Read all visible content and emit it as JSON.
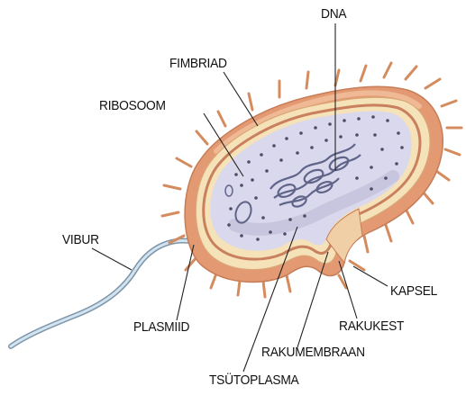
{
  "labels": {
    "dna": "DNA",
    "fimbriad": "FIMBRIAD",
    "ribosoom": "RIBOSOOM",
    "vibur": "VIBUR",
    "kapsel": "KAPSEL",
    "plasmiid": "PLASMIID",
    "rakukest": "RAKUKEST",
    "rakumembraan": "RAKUMEMBRAAN",
    "tsutoplasma": "TSÜTOPLASMA"
  },
  "colors": {
    "capsule": "#e39a72",
    "capsule_light": "#f2c09f",
    "wall": "#f6e2b8",
    "membrane": "#c9805e",
    "cytoplasm": "#d9d8ec",
    "cytoplasm_shadow": "#b9b8d6",
    "dna": "#6e7394",
    "flagellum": "#b9d2e6",
    "leader_line": "#222222"
  }
}
